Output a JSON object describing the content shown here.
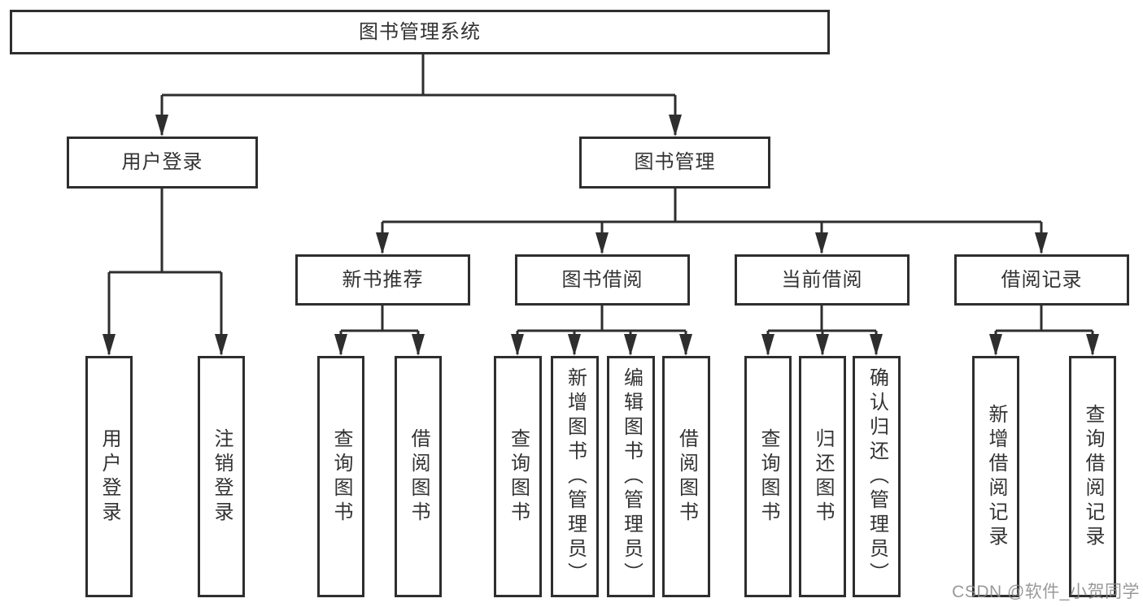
{
  "tree": {
    "label": "图书管理系统",
    "children": [
      {
        "label": "用户登录",
        "children": [
          {
            "label": "用户登录"
          },
          {
            "label": "注销登录"
          }
        ]
      },
      {
        "label": "图书管理",
        "children": [
          {
            "label": "新书推荐",
            "children": [
              {
                "label": "查询图书"
              },
              {
                "label": "借阅图书"
              }
            ]
          },
          {
            "label": "图书借阅",
            "children": [
              {
                "label": "查询图书"
              },
              {
                "label": "新增图书（管理员）"
              },
              {
                "label": "编辑图书（管理员）"
              },
              {
                "label": "借阅图书"
              }
            ]
          },
          {
            "label": "当前借阅",
            "children": [
              {
                "label": "查询图书"
              },
              {
                "label": "归还图书"
              },
              {
                "label": "确认归还（管理员）"
              }
            ]
          },
          {
            "label": "借阅记录",
            "children": [
              {
                "label": "新增借阅记录"
              },
              {
                "label": "查询借阅记录"
              }
            ]
          }
        ]
      }
    ]
  },
  "watermark": "CSDN @软件_小贺同学",
  "colors": {
    "line": "#2e2e2e",
    "text": "#333333",
    "background": "#ffffff",
    "watermark": "#87878a"
  }
}
